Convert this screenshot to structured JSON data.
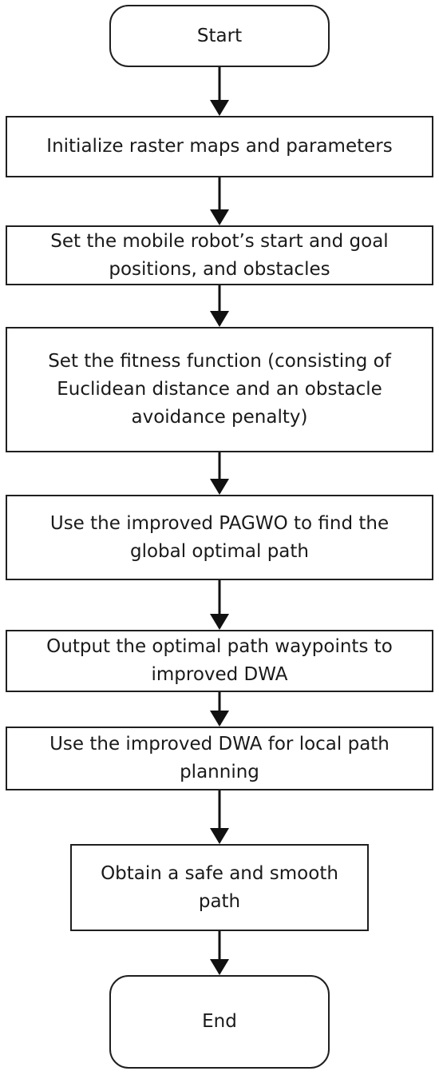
{
  "flowchart": {
    "start": "Start",
    "steps": [
      [
        "Initialize raster maps and parameters"
      ],
      [
        "Set the mobile robot’s start and goal",
        "positions, and  obstacles"
      ],
      [
        "Set the fitness function (consisting of",
        "Euclidean distance and an obstacle",
        "avoidance penalty)"
      ],
      [
        "Use the improved PAGWO to find the",
        "global optimal path"
      ],
      [
        "Output the optimal path waypoints to",
        "improved DWA"
      ],
      [
        "Use the improved DWA for local path",
        "planning"
      ],
      [
        "Obtain a safe and smooth",
        "path"
      ]
    ],
    "end": "End"
  }
}
